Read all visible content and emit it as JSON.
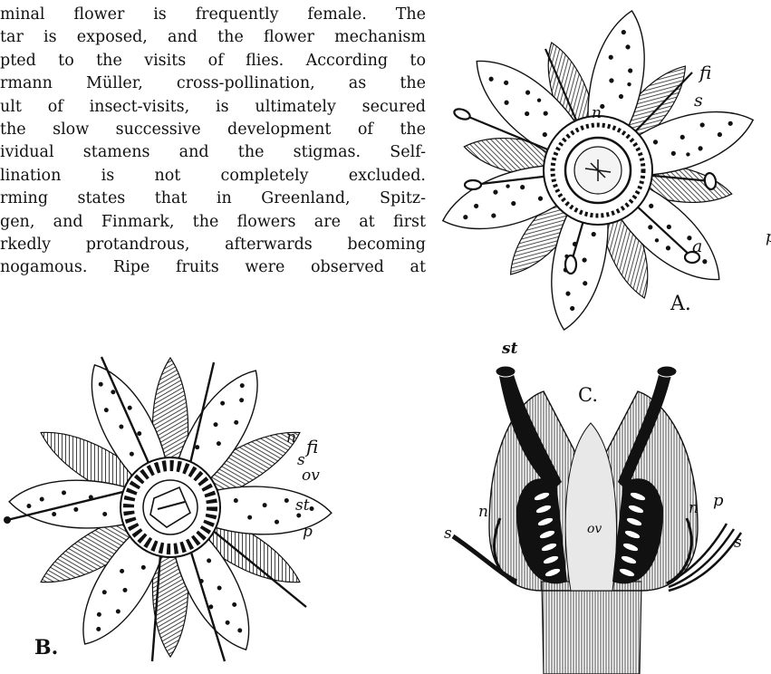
{
  "body_text": {
    "lines": [
      "minal flower is frequently female.  The",
      "tar is exposed, and the flower mechanism",
      "pted to the visits of flies.  According to",
      "rmann Müller, cross-pollination, as the",
      "ult of insect-visits, is ultimately secured",
      "the slow successive development of the",
      "ividual stamens and the stigmas.   Self-",
      "lination  is  not  completely  excluded.",
      "rming states that in Greenland, Spitz-",
      "gen, and Finmark, the flowers are at first",
      "rkedly protandrous, afterwards becoming",
      "nogamous.  Ripe fruits were observed at"
    ]
  },
  "figure_a": {
    "caption": "A.",
    "labels": {
      "fi": "fi",
      "s": "s",
      "n": "n",
      "p": "p",
      "a": "a"
    }
  },
  "figure_b": {
    "caption": "B.",
    "labels": {
      "n": "n",
      "fi": "fi",
      "s": "s",
      "ov": "ov",
      "st": "st",
      "p": "p"
    }
  },
  "figure_c": {
    "caption": "C.",
    "labels": {
      "st": "st",
      "n_left": "n",
      "n_right": "n",
      "p": "p",
      "s_left": "s",
      "s_right": "s",
      "ov": "ov"
    }
  }
}
